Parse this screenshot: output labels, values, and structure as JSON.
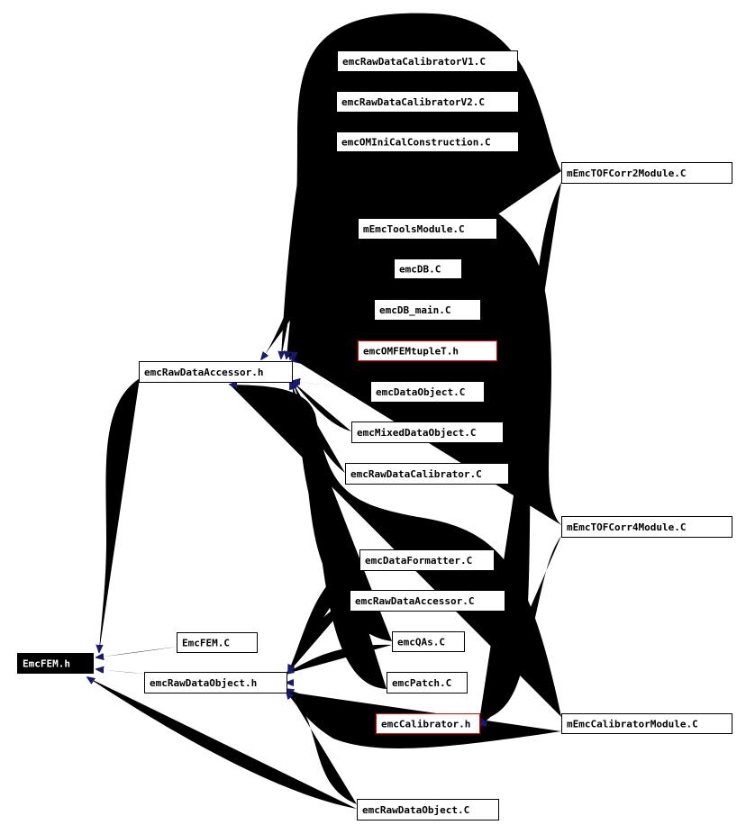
{
  "nodes": {
    "emcfem_h": {
      "label": "EmcFEM.h",
      "style": "root"
    },
    "emcfem_c": {
      "label": "EmcFEM.C"
    },
    "rawobj_h": {
      "label": "emcRawDataObject.h"
    },
    "rawacc_h": {
      "label": "emcRawDataAccessor.h"
    },
    "calv1": {
      "label": "emcRawDataCalibratorV1.C"
    },
    "calv2": {
      "label": "emcRawDataCalibratorV2.C"
    },
    "omini": {
      "label": "emcOMIniCalConstruction.C"
    },
    "tools": {
      "label": "mEmcToolsModule.C"
    },
    "emcdb": {
      "label": "emcDB.C"
    },
    "emcdbmain": {
      "label": "emcDB_main.C"
    },
    "omfem": {
      "label": "emcOMFEMtupleT.h",
      "style": "red"
    },
    "dataobj": {
      "label": "emcDataObject.C"
    },
    "mixed": {
      "label": "emcMixedDataObject.C"
    },
    "rawcal": {
      "label": "emcRawDataCalibrator.C"
    },
    "formatter": {
      "label": "emcDataFormatter.C"
    },
    "rawacc_c": {
      "label": "emcRawDataAccessor.C"
    },
    "qas": {
      "label": "emcQAs.C"
    },
    "patch": {
      "label": "emcPatch.C"
    },
    "calib_h": {
      "label": "emcCalibrator.h",
      "style": "red"
    },
    "rawobj_c": {
      "label": "emcRawDataObject.C"
    },
    "tof2": {
      "label": "mEmcTOFCorr2Module.C"
    },
    "tof4": {
      "label": "mEmcTOFCorr4Module.C"
    },
    "calmod": {
      "label": "mEmcCalibratorModule.C"
    }
  },
  "edges": [
    {
      "from": "emcfem_c",
      "to": "emcfem_h"
    },
    {
      "from": "rawobj_h",
      "to": "emcfem_h"
    },
    {
      "from": "rawacc_h",
      "to": "emcfem_h"
    },
    {
      "from": "rawobj_c",
      "to": "emcfem_h"
    },
    {
      "from": "calv1",
      "to": "rawacc_h"
    },
    {
      "from": "calv2",
      "to": "rawacc_h"
    },
    {
      "from": "omini",
      "to": "rawacc_h"
    },
    {
      "from": "tools",
      "to": "rawacc_h"
    },
    {
      "from": "emcdb",
      "to": "rawacc_h"
    },
    {
      "from": "emcdbmain",
      "to": "rawacc_h"
    },
    {
      "from": "omfem",
      "to": "rawacc_h"
    },
    {
      "from": "dataobj",
      "to": "rawacc_h"
    },
    {
      "from": "mixed",
      "to": "rawacc_h"
    },
    {
      "from": "rawcal",
      "to": "rawacc_h"
    },
    {
      "from": "formatter",
      "to": "rawacc_h"
    },
    {
      "from": "rawacc_c",
      "to": "rawacc_h"
    },
    {
      "from": "qas",
      "to": "rawacc_h"
    },
    {
      "from": "patch",
      "to": "rawacc_h"
    },
    {
      "from": "tof2",
      "to": "rawacc_h"
    },
    {
      "from": "tof4",
      "to": "rawacc_h"
    },
    {
      "from": "calmod",
      "to": "rawacc_h"
    },
    {
      "from": "formatter",
      "to": "rawobj_h"
    },
    {
      "from": "rawacc_c",
      "to": "rawobj_h"
    },
    {
      "from": "qas",
      "to": "rawobj_h"
    },
    {
      "from": "patch",
      "to": "rawobj_h"
    },
    {
      "from": "calib_h",
      "to": "rawobj_h"
    },
    {
      "from": "rawobj_c",
      "to": "rawobj_h"
    },
    {
      "from": "calmod",
      "to": "rawobj_h"
    },
    {
      "from": "calmod",
      "to": "calib_h"
    },
    {
      "from": "tof2",
      "to": "calib_h"
    },
    {
      "from": "tof4",
      "to": "calib_h"
    }
  ]
}
